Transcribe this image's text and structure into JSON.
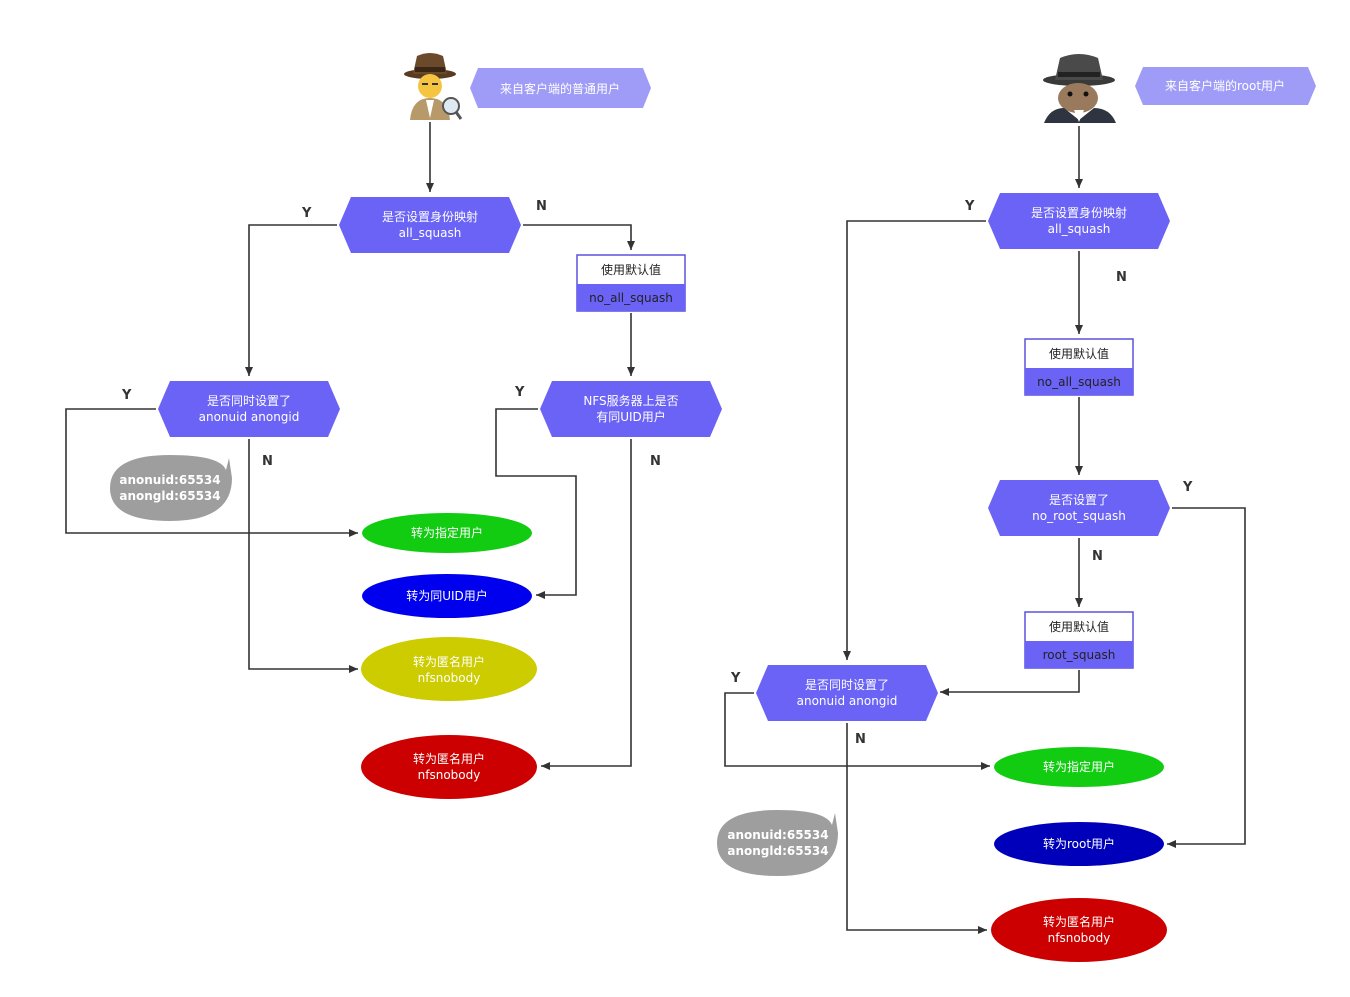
{
  "left": {
    "user_label": "来自客户端的普通用户",
    "squash_decision": [
      "是否设置身份映射",
      "all_squash"
    ],
    "default_box": {
      "header": "使用默认值",
      "value": "no_all_squash"
    },
    "anon_decision": [
      "是否同时设置了",
      "anonuid anongid"
    ],
    "nfs_decision": [
      "NFS服务器上是否",
      "有同UID用户"
    ],
    "bubble": [
      "anonuid:65534",
      "anongld:65534"
    ],
    "to_specified": "转为指定用户",
    "to_same_uid": "转为同UID用户",
    "to_anon_yellow": [
      "转为匿名用户",
      "nfsnobody"
    ],
    "to_anon_red": [
      "转为匿名用户",
      "nfsnobody"
    ]
  },
  "right": {
    "user_label": "来自客户端的root用户",
    "squash_decision": [
      "是否设置身份映射",
      "all_squash"
    ],
    "default_box_1": {
      "header": "使用默认值",
      "value": "no_all_squash"
    },
    "root_decision": [
      "是否设置了",
      "no_root_squash"
    ],
    "default_box_2": {
      "header": "使用默认值",
      "value": "root_squash"
    },
    "anon_decision": [
      "是否同时设置了",
      "anonuid anongid"
    ],
    "bubble": [
      "anonuid:65534",
      "anongld:65534"
    ],
    "to_specified": "转为指定用户",
    "to_root": "转为root用户",
    "to_anon_red": [
      "转为匿名用户",
      "nfsnobody"
    ]
  },
  "labels": {
    "yes": "Y",
    "no": "N"
  },
  "colors": {
    "decision": "#6b63f5",
    "tag": "#9f9cf7",
    "box_border": "#5b52e0",
    "green": "#11cc11",
    "blue": "#0000ee",
    "yellow": "#cccc00",
    "red": "#cc0000",
    "gray": "#9e9e9e"
  }
}
